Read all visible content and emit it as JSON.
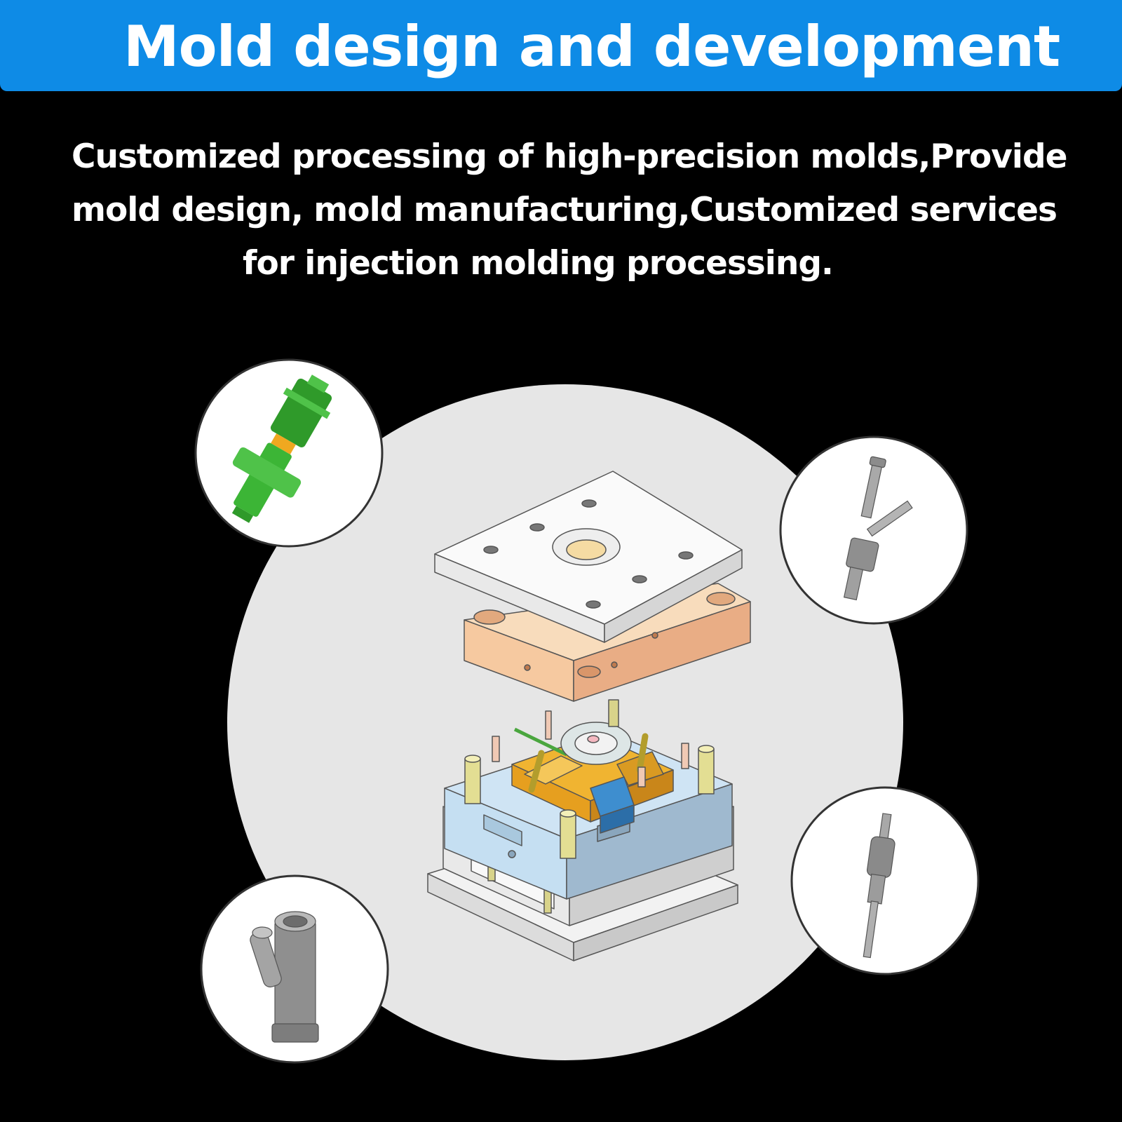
{
  "header": {
    "title": "Mold design and development",
    "background_color": "#0e8be6"
  },
  "description": {
    "lines": [
      "Customized processing of high-precision molds,Provide",
      "mold design, mold manufacturing,Customized services",
      "for injection molding processing."
    ]
  },
  "illustration": {
    "main": "exploded-injection-mold-assembly",
    "callouts": [
      "green-luer-connector-part",
      "y-branch-tube-part",
      "y-connector-part",
      "inline-chamber-tube-part"
    ]
  }
}
